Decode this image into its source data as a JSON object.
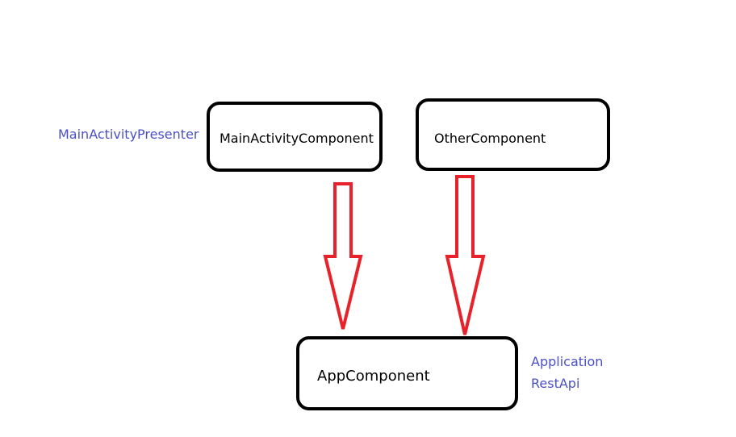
{
  "diagram": {
    "nodes": [
      {
        "id": "main-activity-component",
        "label": "MainActivityComponent"
      },
      {
        "id": "other-component",
        "label": "OtherComponent"
      },
      {
        "id": "app-component",
        "label": "AppComponent"
      }
    ],
    "edges": [
      {
        "from": "main-activity-component",
        "to": "app-component"
      },
      {
        "from": "other-component",
        "to": "app-component"
      }
    ],
    "annotations": {
      "main_activity_presenter": "MainActivityPresenter",
      "application": "Application",
      "rest_api": "RestApi"
    },
    "colors": {
      "box_border": "#000000",
      "arrow": "#e8222a",
      "annotation_text": "#4a4fc8"
    }
  }
}
